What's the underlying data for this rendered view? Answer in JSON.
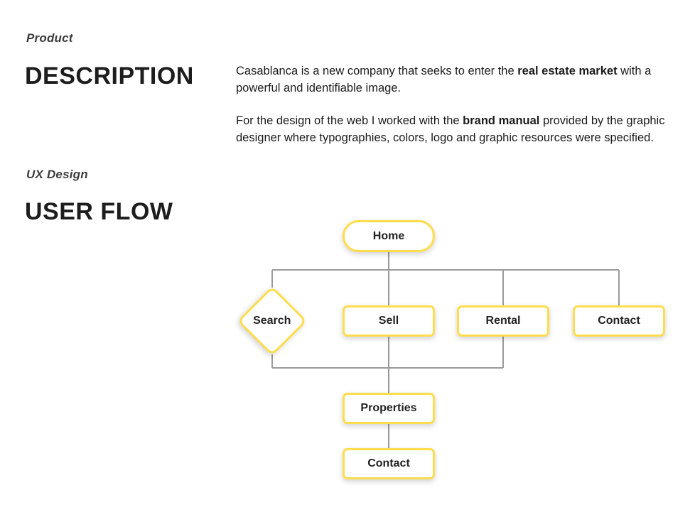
{
  "sections": {
    "product": {
      "eyebrow": "Product",
      "title": "DESCRIPTION"
    },
    "ux": {
      "eyebrow": "UX Design",
      "title": "USER FLOW"
    }
  },
  "description": {
    "p1": [
      {
        "text": "Casablanca is a new company that seeks to enter the "
      },
      {
        "text": "real estate market",
        "bold": true
      },
      {
        "text": " with a powerful and identifiable image."
      }
    ],
    "p2": [
      {
        "text": "For the design of the web I worked with the "
      },
      {
        "text": "brand manual",
        "bold": true
      },
      {
        "text": " provided by the graphic designer where typographies, colors, logo and graphic resources were specified."
      }
    ]
  },
  "flowchart": {
    "accent_color": "#FFDD4D",
    "line_color": "#9b9b9b",
    "nodes": {
      "home": "Home",
      "search": "Search",
      "sell": "Sell",
      "rental": "Rental",
      "contact_top": "Contact",
      "properties": "Properties",
      "contact_bottom": "Contact"
    }
  }
}
